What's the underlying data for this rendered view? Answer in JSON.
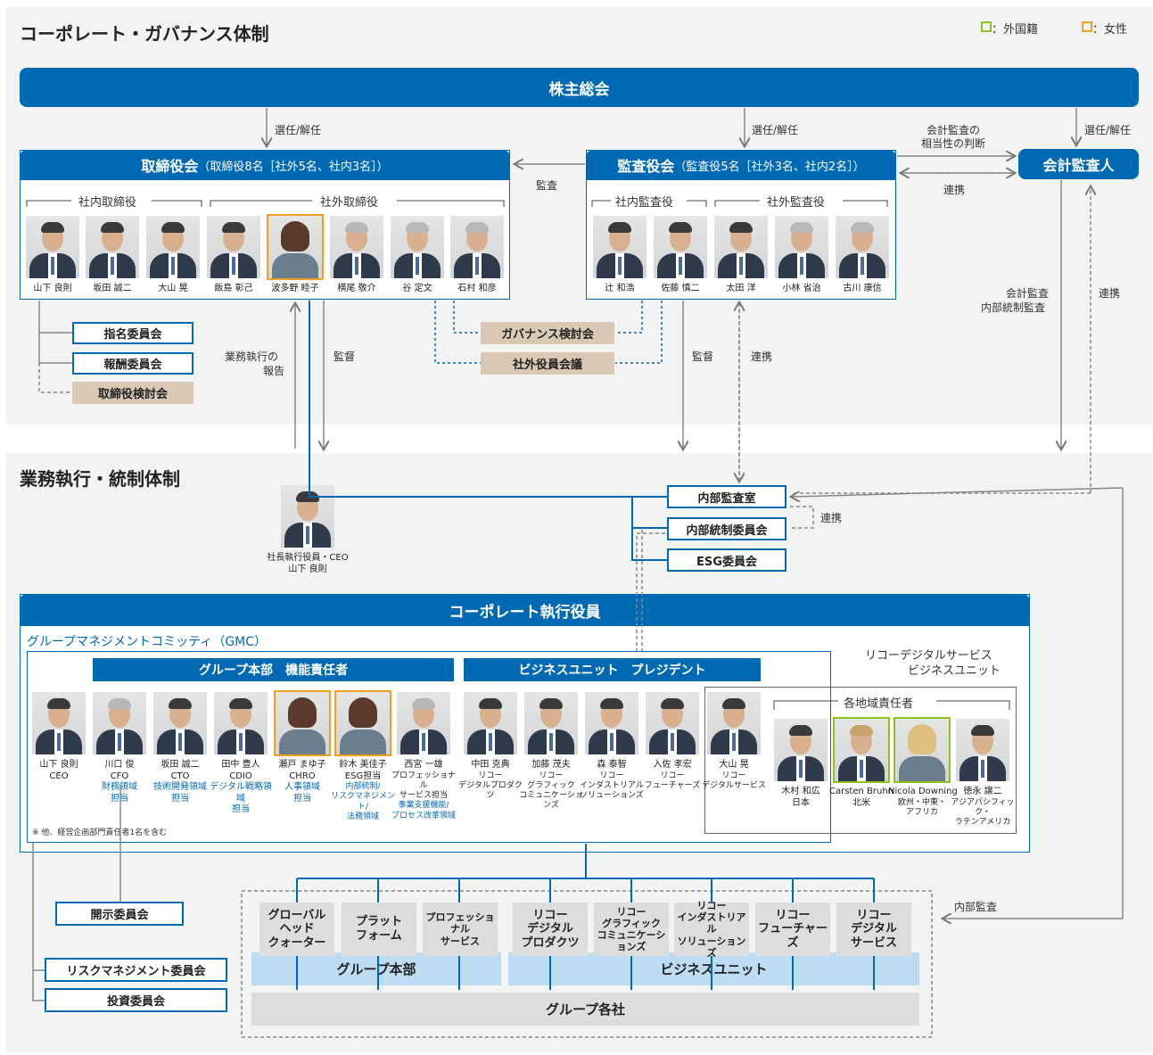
{
  "titles": {
    "governance": "コーポレート・ガバナンス体制",
    "execution": "業務執行・統制体制"
  },
  "legend": {
    "foreign": "：外国籍",
    "female": "：女性",
    "foreign_color": "#8dc21f",
    "female_color": "#f4a01c"
  },
  "shareholders": "株主総会",
  "board": {
    "title": "取締役会",
    "detail": "（取締役8名［社外5名、社内3名］）",
    "internal_label": "社内取締役",
    "external_label": "社外取締役",
    "members": [
      "山下 良則",
      "坂田 誠二",
      "大山 晃",
      "飯島 彰己",
      "波多野 睦子",
      "横尾 敬介",
      "谷 定文",
      "石村 和彦"
    ]
  },
  "audit_board": {
    "title": "監査役会",
    "detail": "（監査役5名［社外3名、社内2名］）",
    "internal_label": "社内監査役",
    "external_label": "社外監査役",
    "members": [
      "辻 和浩",
      "佐藤 慎二",
      "太田 洋",
      "小林 省治",
      "古川 康信"
    ]
  },
  "accounting_auditor": "会計監査人",
  "committees": {
    "nomination": "指名委員会",
    "compensation": "報酬委員会",
    "board_review": "取締役検討会",
    "governance_review": "ガバナンス検討会",
    "outside_officers": "社外役員会議"
  },
  "labels": {
    "elect1": "選任/解任",
    "elect2": "選任/解任",
    "elect3": "選任/解任",
    "audit": "監査",
    "appropriateness1": "会計監査の",
    "appropriateness2": "相当性の判断",
    "cooperation1": "連携",
    "cooperation2": "連携",
    "cooperation3": "連携",
    "cooperation4": "連携",
    "report1": "業務執行の",
    "report2": "報告",
    "supervise1": "監督",
    "supervise2": "監督",
    "acct_audit1": "会計監査",
    "acct_audit2": "内部統制監査",
    "internal_audit": "内部監査"
  },
  "ceo": {
    "line1": "社長執行役員・CEO",
    "line2": "山下 良則"
  },
  "controls": {
    "internal_audit_office": "内部監査室",
    "internal_control": "内部統制委員会",
    "esg": "ESG委員会"
  },
  "corporate_officers": "コーポレート執行役員",
  "gmc": "グループマネジメントコミッティ（GMC）",
  "rds": {
    "line1": "リコーデジタルサービス",
    "line2": "ビジネスユニット"
  },
  "hq_header": "グループ本部　機能責任者",
  "bu_header": "ビジネスユニット　プレジデント",
  "regional_header": "各地域責任者",
  "note": "※ 他、経営企画部門責任者1名を含む",
  "gmc_members": [
    {
      "name": "山下 良則",
      "role": "CEO",
      "sub": ""
    },
    {
      "name": "川口 俊",
      "role": "CFO",
      "sub": "財務領域\n担当"
    },
    {
      "name": "坂田 誠二",
      "role": "CTO",
      "sub": "技術開発領域\n担当"
    },
    {
      "name": "田中 豊人",
      "role": "CDIO",
      "sub": "デジタル戦略領域\n担当"
    },
    {
      "name": "瀬戸 まゆ子",
      "role": "CHRO",
      "sub": "人事領域\n担当"
    },
    {
      "name": "鈴木 美佳子",
      "role": "ESG担当",
      "sub": "内部統制/\nリスクマネジメント/\n法務領域"
    },
    {
      "name": "西宮 一雄",
      "role": "プロフェッショナル\nサービス担当",
      "sub": "事業支援機能/\nプロセス改革領域"
    },
    {
      "name": "中田 克典",
      "role": "リコー\nデジタルプロダクツ",
      "sub": ""
    },
    {
      "name": "加藤 茂夫",
      "role": "リコー\nグラフィック\nコミュニケーションズ",
      "sub": ""
    },
    {
      "name": "森 泰智",
      "role": "リコー\nインダストリアル\nソリューションズ",
      "sub": ""
    },
    {
      "name": "入佐 孝宏",
      "role": "リコー\nフューチャーズ",
      "sub": ""
    },
    {
      "name": "大山 晃",
      "role": "リコー\nデジタルサービス",
      "sub": ""
    },
    {
      "name": "木村 和広",
      "role": "日本",
      "sub": ""
    },
    {
      "name": "Carsten Bruhn",
      "role": "北米",
      "sub": ""
    },
    {
      "name": "Nicola Downing",
      "role": "欧州・中東・\nアフリカ",
      "sub": ""
    },
    {
      "name": "徳永 譲二",
      "role": "アジアパシフィック・\nラテンアメリカ",
      "sub": ""
    }
  ],
  "lower_committees": {
    "disclosure": "開示委員会",
    "risk": "リスクマネジメント委員会",
    "investment": "投資委員会"
  },
  "units": [
    "グローバル\nヘッド\nクォーター",
    "プラット\nフォーム",
    "プロフェッショナル\nサービス",
    "リコー\nデジタル\nプロダクツ",
    "リコー\nグラフィック\nコミュニケーションズ",
    "リコー\nインダストリアル\nソリューションズ",
    "リコー\nフューチャーズ",
    "リコー\nデジタル\nサービス"
  ],
  "group_hq": "グループ本部",
  "business_units": "ビジネスユニット",
  "group_companies": "グループ各社"
}
